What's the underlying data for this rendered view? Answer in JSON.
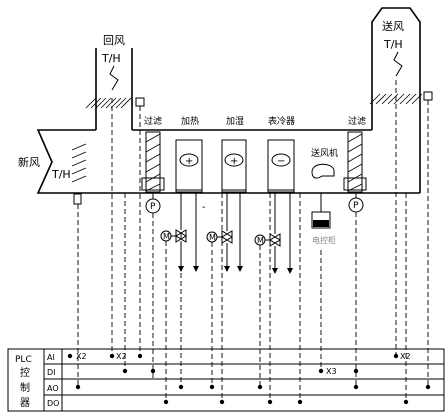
{
  "labels": {
    "return_air": "回风",
    "supply_air": "送风",
    "fresh_air": "新风",
    "th_return": "T/H",
    "th_supply": "T/H",
    "th_fresh": "T/H",
    "filter_1": "过滤",
    "heating": "加热",
    "humidify": "加湿",
    "cooler": "表冷器",
    "fan": "送风机",
    "filter_2": "过滤",
    "fan_control": "电控柜",
    "dash_sign": "-",
    "pump_p": "P",
    "valve_m": "M",
    "coil_plus": "+",
    "coil_minus": "−"
  },
  "plc": {
    "title_chars": [
      "PLC",
      "控",
      "制",
      "器"
    ],
    "rows": [
      "AI",
      "DI",
      "AO",
      "DO"
    ],
    "ai_tags": [
      "X2",
      "X2",
      "X2"
    ],
    "di_tags": [
      "X3"
    ]
  }
}
